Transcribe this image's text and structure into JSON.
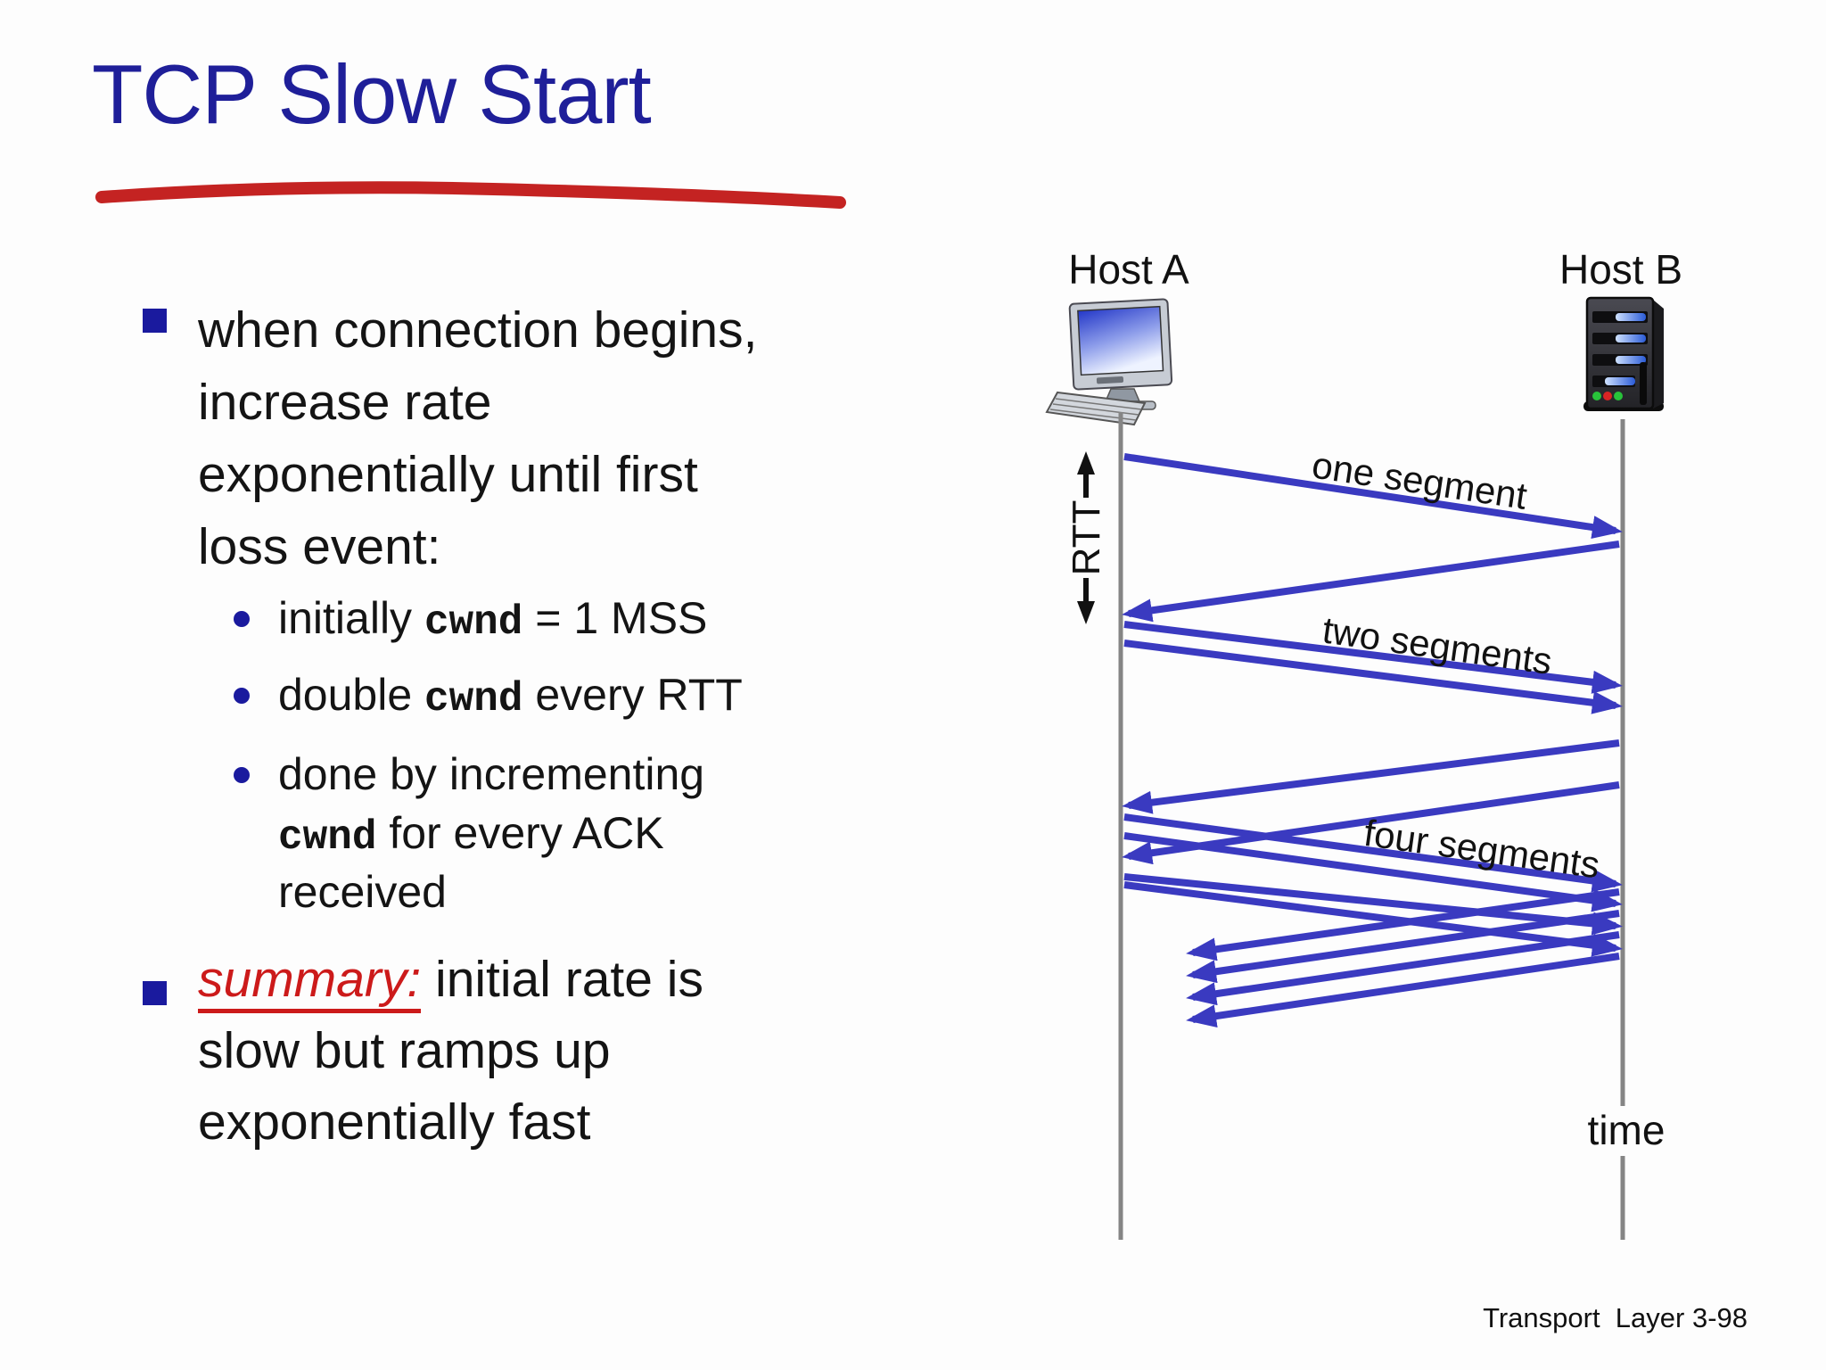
{
  "title": {
    "text": "TCP Slow Start"
  },
  "bullet1": {
    "lines": [
      "when connection begins,",
      "increase rate",
      "exponentially until first",
      "loss event:"
    ]
  },
  "sub_bullets": {
    "item1": {
      "pre": "initially ",
      "code": "cwnd",
      "post": " = 1 MSS"
    },
    "item2": {
      "pre": "double ",
      "code": "cwnd",
      "post": " every RTT"
    },
    "item3": {
      "line1": "done by incrementing",
      "line2_code": "cwnd",
      "line2_post": " for every ACK",
      "line3": "received"
    }
  },
  "summary": {
    "keyword": "summary:",
    "rest": " initial rate is",
    "line2": "slow but ramps up",
    "line3": "exponentially fast"
  },
  "diagram": {
    "host_a": "Host A",
    "host_b": "Host B",
    "rtt_label": "RTT",
    "arrow_labels": {
      "one": "one segment",
      "two": "two segments",
      "four": "four segments"
    },
    "time_label": "time"
  },
  "footer": {
    "text": "Transport  Layer 3-98"
  },
  "colors": {
    "title_blue": "#1f1f99",
    "bullet_blue": "#1a1a9e",
    "text_black": "#141414",
    "accent_red": "#cc1a1a",
    "underline_red": "#c42322",
    "arrow_blue": "#3a3ac0",
    "timeline_gray": "#858585"
  }
}
